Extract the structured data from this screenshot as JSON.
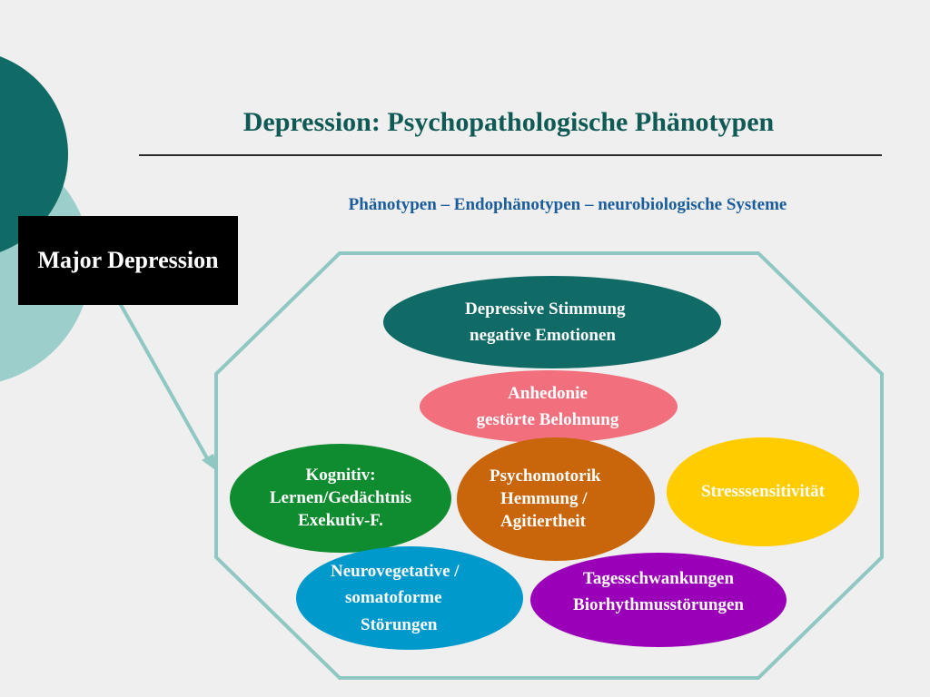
{
  "title": "Depression: Psychopathologische Phänotypen",
  "subtitle": "Phänotypen – Endophänotypen – neurobiologische Systeme",
  "major_box": "Major Depression",
  "colors": {
    "title": "#0f5a55",
    "subtitle": "#1a5c9c",
    "teal_dark": "#106a66",
    "teal_light": "#9ccfcb",
    "pink": "#f2707e",
    "green": "#0f8c2f",
    "orange": "#c9650a",
    "yellow": "#ffcc00",
    "blue": "#0099cc",
    "purple": "#9a00b8"
  },
  "phenotypes": {
    "depressive": {
      "line1": "Depressive Stimmung",
      "line2": "negative Emotionen"
    },
    "anhedonie": {
      "line1": "Anhedonie",
      "line2": "gestörte Belohnung"
    },
    "kognitiv": {
      "line1": "Kognitiv:",
      "line2": "Lernen/Gedächtnis",
      "line3": "Exekutiv-F."
    },
    "psychomotorik": {
      "line1": "Psychomotorik",
      "line2": "Hemmung /",
      "line3": "Agitiertheit"
    },
    "stress": {
      "line1": "Stresssensitivität"
    },
    "neurovegetativ": {
      "line1": "Neurovegetative /",
      "line2": "somatoforme",
      "line3": "Störungen"
    },
    "tages": {
      "line1": "Tagesschwankungen",
      "line2": "Biorhythmusstörungen"
    }
  }
}
